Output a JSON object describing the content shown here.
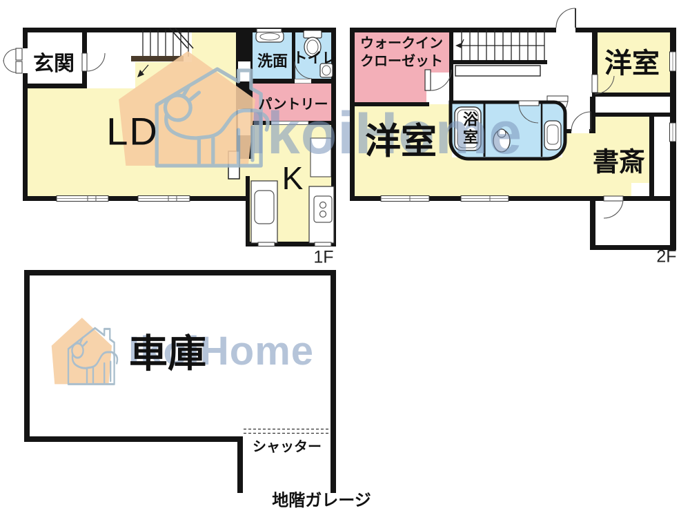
{
  "watermark": {
    "brand": "IkoiHome"
  },
  "floor_1f": {
    "floor_label": "1F",
    "rooms": {
      "genkan": "玄関",
      "living_dining": "LD",
      "washroom": "洗面",
      "toilet": "トイレ",
      "pantry": "パントリー",
      "kitchen": "K"
    }
  },
  "floor_2f": {
    "floor_label": "2F",
    "rooms": {
      "walk_in_closet_line1": "ウォークイン",
      "walk_in_closet_line2": "クローゼット",
      "western_room_left": "洋室",
      "western_room_right": "洋室",
      "bathroom": "浴室",
      "study": "書斎"
    }
  },
  "basement": {
    "floor_label": "地階ガレージ",
    "garage": "車庫",
    "shutter": "シャッター"
  },
  "colors": {
    "room_yellow": "#FBF6C3",
    "room_blue": "#BDE2F5",
    "room_pink": "#F3AFB8",
    "wall": "#141414",
    "watermark_orange": "#F7CDA0",
    "watermark_outline": "#9FB6C6",
    "watermark_text": "#7F99BD"
  }
}
